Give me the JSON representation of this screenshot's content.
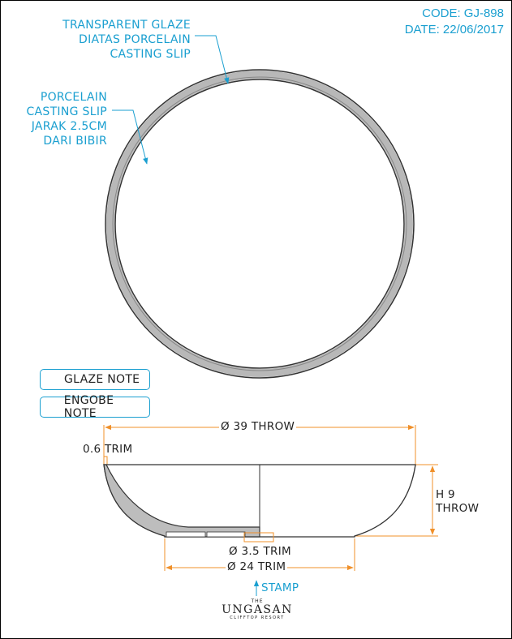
{
  "header": {
    "code": "CODE: GJ-898",
    "date": "DATE: 22/06/2017"
  },
  "notes": {
    "glaze_lines": [
      "TRANSPARENT GLAZE",
      "DIATAS PORCELAIN",
      "CASTING SLIP"
    ],
    "casting_lines": [
      "PORCELAIN",
      "CASTING SLIP",
      "JARAK 2.5CM",
      "DARI BIBIR"
    ]
  },
  "legend": {
    "glaze_note": "GLAZE NOTE",
    "engobe_note": "ENGOBE NOTE"
  },
  "dimensions": {
    "throw_diameter": "Ø 39 THROW",
    "rim_trim": "0.6 TRIM",
    "height_line1": "H 9",
    "height_line2": "THROW",
    "inner_foot": "Ø 3.5 TRIM",
    "foot_diameter": "Ø 24 TRIM",
    "stamp": "STAMP"
  },
  "logo": {
    "the": "THE",
    "name": "UNGASAN",
    "sub": "CLIFFTOP RESORT"
  },
  "colors": {
    "annotation": "#1a9fd0",
    "dimension": "#f0902a",
    "glaze_ring": "#b8b8b8",
    "outline": "#333333",
    "warning": "#f4d000"
  }
}
